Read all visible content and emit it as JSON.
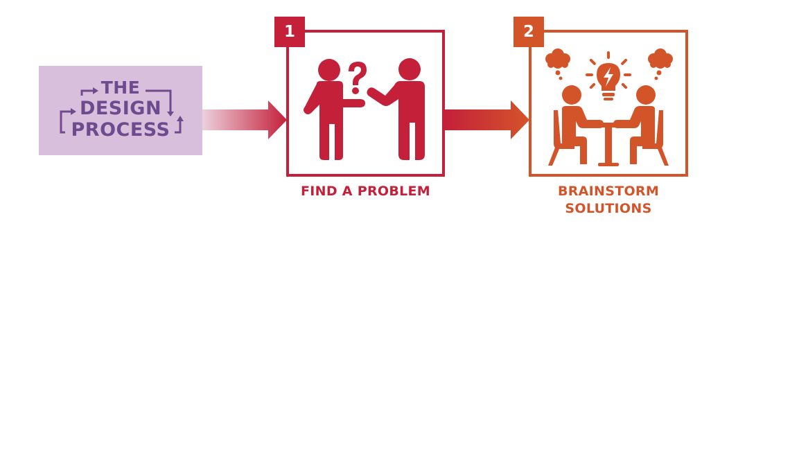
{
  "title": {
    "line1": "THE",
    "line2": "DESIGN",
    "line3": "PROCESS"
  },
  "steps": [
    {
      "number": "1",
      "label": "FIND A PROBLEM",
      "icon": "two-people-question-icon",
      "color": "#c4203a"
    },
    {
      "number": "2",
      "label_lines": [
        "BRAINSTORM",
        "SOLUTIONS"
      ],
      "icon": "brainstorm-meeting-icon",
      "color": "#d4542a"
    }
  ],
  "colors": {
    "title_bg": "#d8bfdc",
    "title_text": "#6e4a8e",
    "arrow_start": "#e7c3cf",
    "arrow_mid": "#c4203a",
    "arrow_end": "#d4542a"
  }
}
